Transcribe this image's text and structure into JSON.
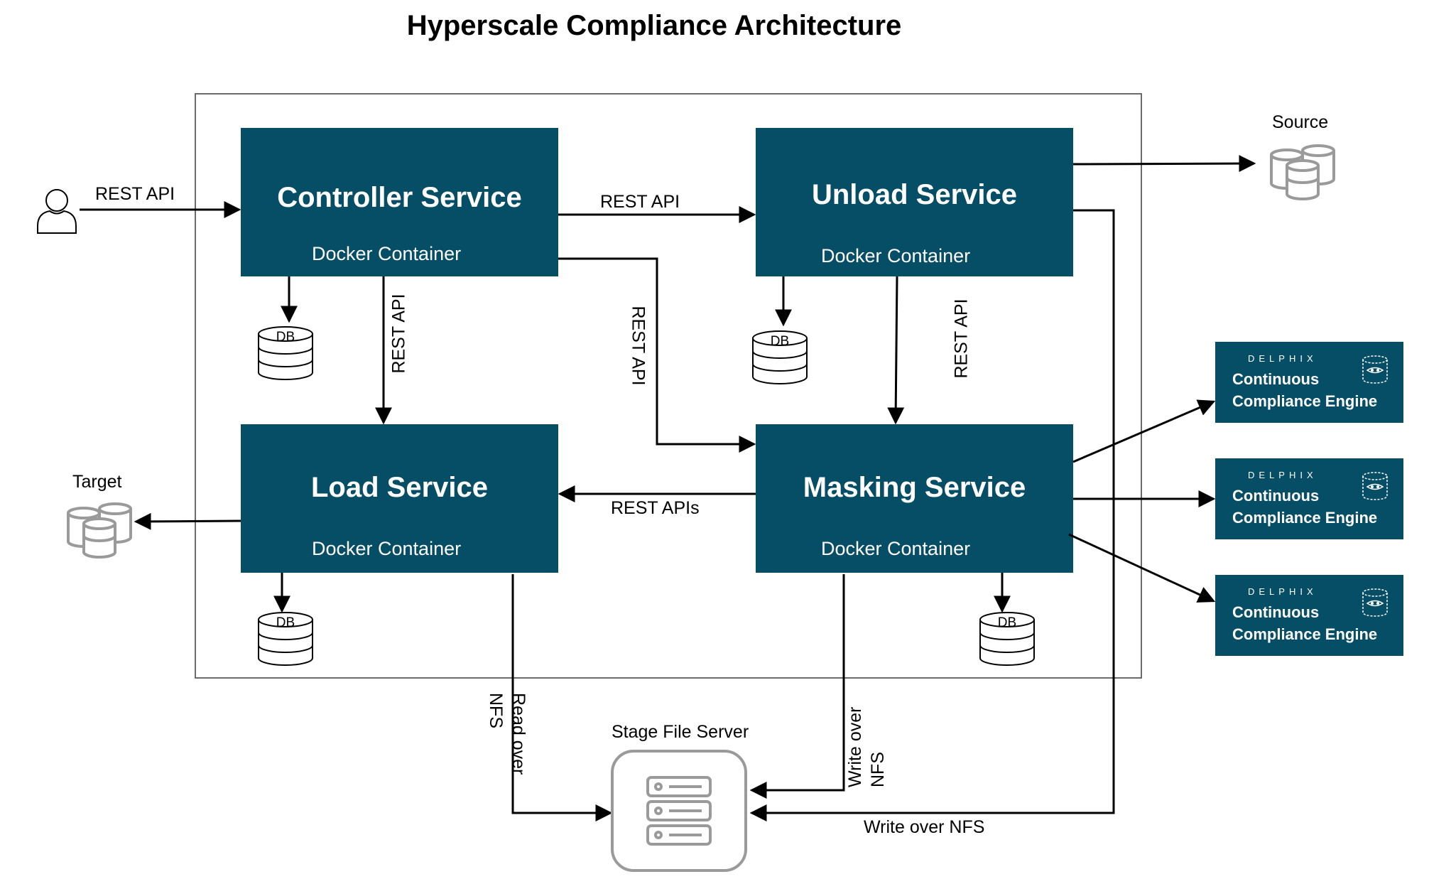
{
  "title": "Hyperscale Compliance Architecture",
  "services": {
    "controller": {
      "name": "Controller Service",
      "sub": "Docker Container"
    },
    "unload": {
      "name": "Unload Service",
      "sub": "Docker Container"
    },
    "load": {
      "name": "Load Service",
      "sub": "Docker Container"
    },
    "masking": {
      "name": "Masking Service",
      "sub": "Docker Container"
    }
  },
  "db_label": "DB",
  "labels": {
    "user_rest_api": "REST API",
    "ctrl_unload": "REST API",
    "ctrl_load": "REST API",
    "ctrl_masking": "REST API",
    "unload_masking": "REST API",
    "masking_load": "REST APIs",
    "source": "Source",
    "target": "Target",
    "stage": "Stage File Server",
    "read_nfs_1": "Read over",
    "read_nfs_2": "NFS",
    "write_nfs_1": "Write over",
    "write_nfs_2": "NFS",
    "write_nfs_unload": "Write over NFS"
  },
  "engines": [
    {
      "brand": "DELPHIX",
      "line1": "Continuous",
      "line2": "Compliance Engine"
    },
    {
      "brand": "DELPHIX",
      "line1": "Continuous",
      "line2": "Compliance Engine"
    },
    {
      "brand": "DELPHIX",
      "line1": "Continuous",
      "line2": "Compliance Engine"
    }
  ],
  "colors": {
    "service": "#064d66",
    "line": "#000000",
    "icon_gray": "#9a9a9a"
  },
  "icons": [
    "user-icon",
    "database-icon",
    "database-stack-icon",
    "file-server-icon",
    "masked-database-icon"
  ]
}
